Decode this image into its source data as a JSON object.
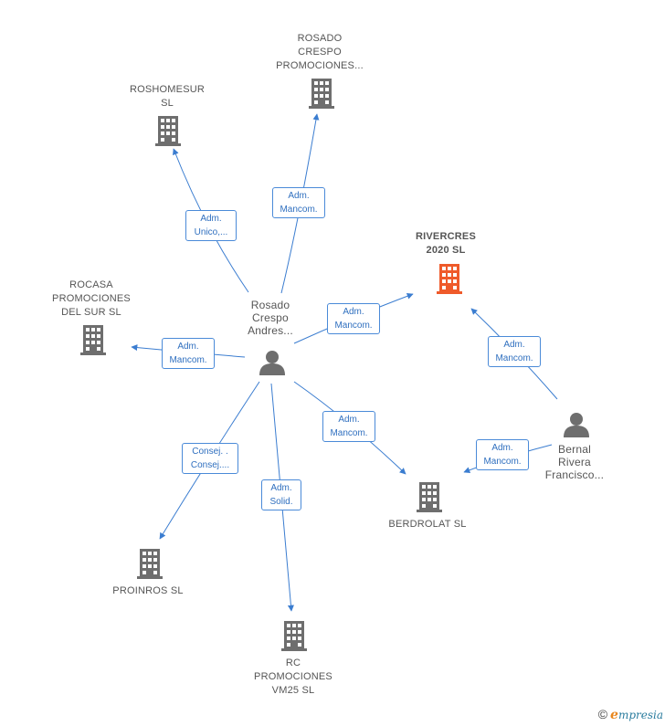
{
  "colors": {
    "edge": "#3b7dd0",
    "building": "#6e6e6e",
    "building_highlight": "#ef5a2a",
    "person": "#6e6e6e"
  },
  "nodes": [
    {
      "id": "rosado-andres",
      "kind": "person",
      "label": [
        "Rosado",
        "Crespo",
        "Andres..."
      ]
    },
    {
      "id": "bernal-rivera",
      "kind": "person",
      "label": [
        "Bernal",
        "Rivera",
        "Francisco..."
      ]
    },
    {
      "id": "roshomesur",
      "kind": "company",
      "label": [
        "ROSHOMESUR",
        "SL"
      ]
    },
    {
      "id": "rosado-promociones",
      "kind": "company",
      "label": [
        "ROSADO",
        "CRESPO",
        "PROMOCIONES..."
      ]
    },
    {
      "id": "rivercres",
      "kind": "company",
      "highlight": true,
      "label": [
        "RIVERCRES",
        "2020  SL"
      ]
    },
    {
      "id": "rocasa",
      "kind": "company",
      "label": [
        "ROCASA",
        "PROMOCIONES",
        "DEL SUR  SL"
      ]
    },
    {
      "id": "berdrolat",
      "kind": "company",
      "label": [
        "BERDROLAT SL"
      ]
    },
    {
      "id": "proinros",
      "kind": "company",
      "label": [
        "PROINROS  SL"
      ]
    },
    {
      "id": "rc-promociones",
      "kind": "company",
      "label": [
        "RC",
        "PROMOCIONES",
        "VM25  SL"
      ]
    }
  ],
  "edges": [
    {
      "from": "rosado-andres",
      "to": "roshomesur",
      "label": [
        "Adm.",
        "Unico,..."
      ]
    },
    {
      "from": "rosado-andres",
      "to": "rosado-promociones",
      "label": [
        "Adm.",
        "Mancom."
      ]
    },
    {
      "from": "rosado-andres",
      "to": "rivercres",
      "label": [
        "Adm.",
        "Mancom."
      ]
    },
    {
      "from": "rosado-andres",
      "to": "rocasa",
      "label": [
        "Adm.",
        "Mancom."
      ]
    },
    {
      "from": "rosado-andres",
      "to": "berdrolat",
      "label": [
        "Adm.",
        "Mancom."
      ]
    },
    {
      "from": "rosado-andres",
      "to": "proinros",
      "label": [
        "Consej. .",
        "Consej...."
      ]
    },
    {
      "from": "rosado-andres",
      "to": "rc-promociones",
      "label": [
        "Adm.",
        "Solid."
      ]
    },
    {
      "from": "bernal-rivera",
      "to": "rivercres",
      "label": [
        "Adm.",
        "Mancom."
      ]
    },
    {
      "from": "bernal-rivera",
      "to": "berdrolat",
      "label": [
        "Adm.",
        "Mancom."
      ]
    }
  ],
  "footer": {
    "copyright": "©",
    "brand_initial": "e",
    "brand_rest": "mpresia"
  }
}
